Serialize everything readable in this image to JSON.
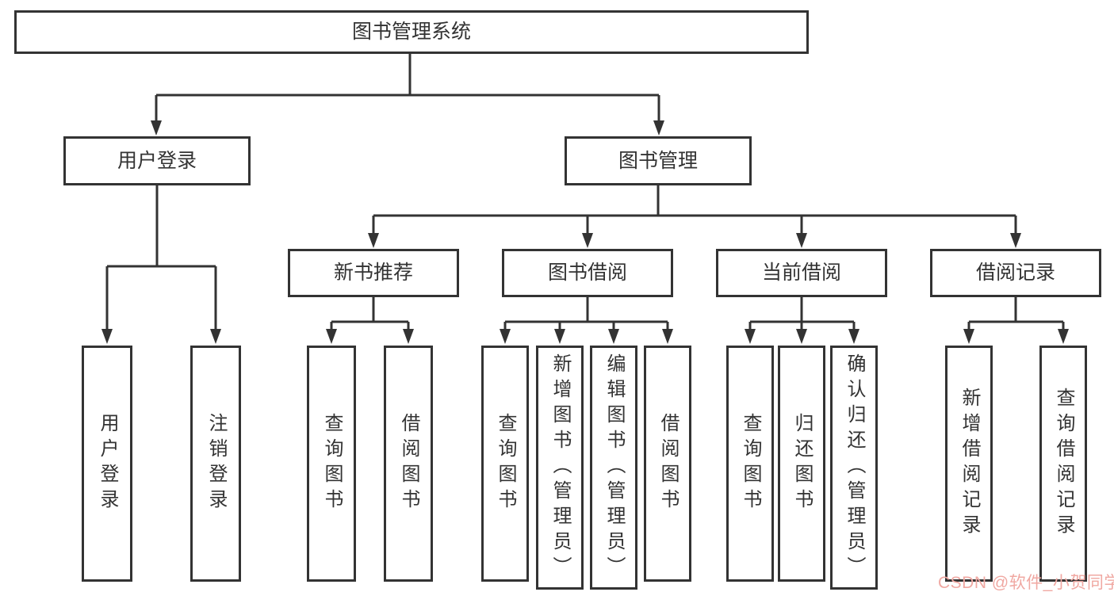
{
  "diagram": {
    "title": "图书管理系统",
    "colors": {
      "line": "#333333",
      "text": "#333333",
      "background": "#ffffff",
      "watermark": "#f0a8a2"
    },
    "nodes": {
      "root": {
        "label": "图书管理系统"
      },
      "user_login": {
        "label": "用户登录"
      },
      "book_management": {
        "label": "图书管理"
      },
      "login_leaf": {
        "label": "用户登录"
      },
      "logout_leaf": {
        "label": "注销登录"
      },
      "new_book_recommend": {
        "label": "新书推荐"
      },
      "book_borrow": {
        "label": "图书借阅"
      },
      "current_borrow": {
        "label": "当前借阅"
      },
      "borrow_record": {
        "label": "借阅记录"
      },
      "nbr_query_books": {
        "label": "查询图书"
      },
      "nbr_borrow_books": {
        "label": "借阅图书"
      },
      "bb_query_books": {
        "label": "查询图书"
      },
      "bb_add_books": {
        "label": "新增图书（管理员）"
      },
      "bb_edit_books": {
        "label": "编辑图书（管理员）"
      },
      "bb_borrow_books": {
        "label": "借阅图书"
      },
      "cb_query_books": {
        "label": "查询图书"
      },
      "cb_return_books": {
        "label": "归还图书"
      },
      "cb_confirm_return": {
        "label": "确认归还（管理员）"
      },
      "br_add_record": {
        "label": "新增借阅记录"
      },
      "br_query_record": {
        "label": "查询借阅记录"
      }
    },
    "watermark": {
      "text": "CSDN @软件_小贺同学"
    }
  }
}
